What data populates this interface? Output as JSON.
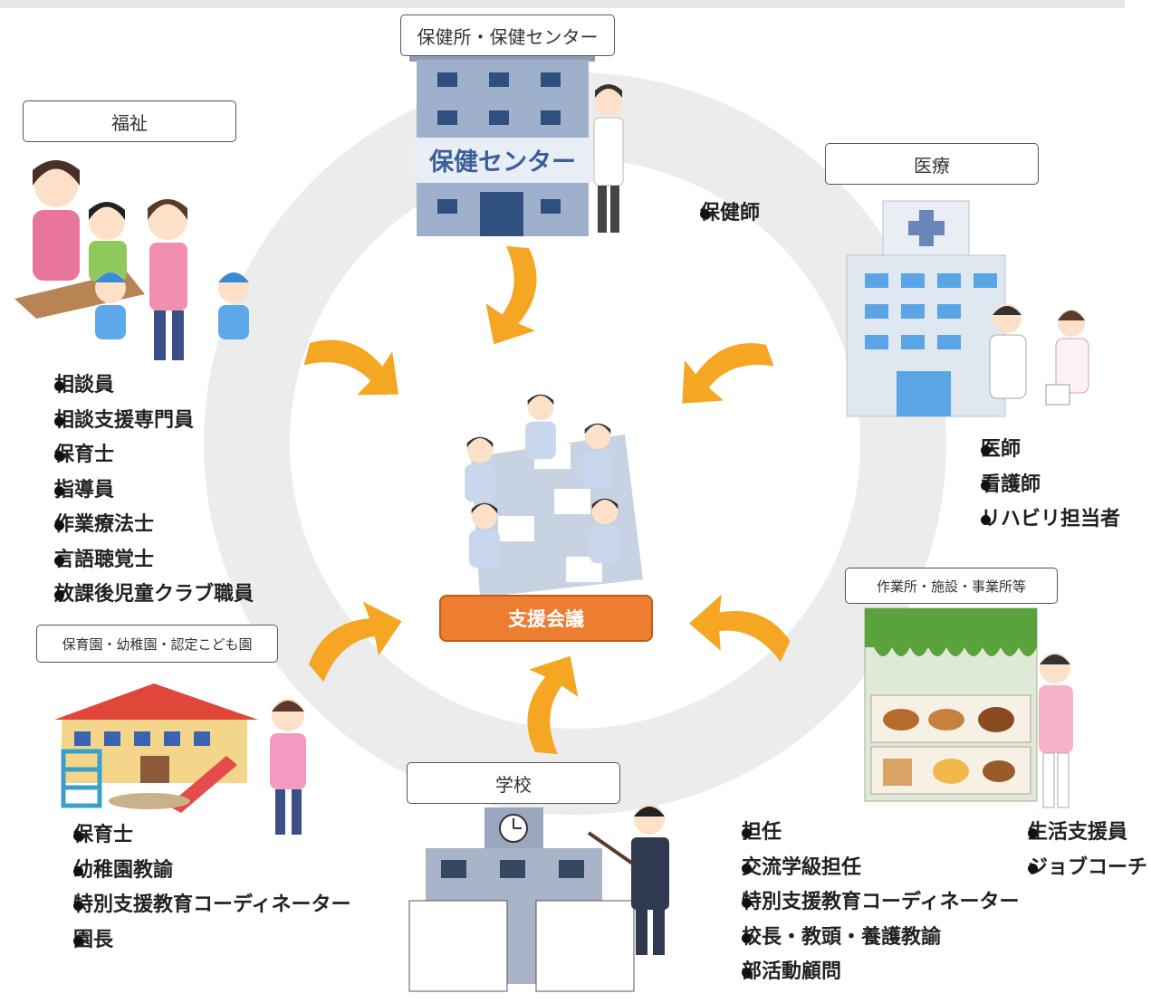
{
  "center": {
    "label": "支援会議"
  },
  "sectors": {
    "health_center": {
      "label": "保健所・保健センター",
      "building_sign": "保健センター",
      "roles": [
        "保健師"
      ]
    },
    "welfare": {
      "label": "福祉",
      "roles": [
        "相談員",
        "相談支援専門員",
        "保育士",
        "指導員",
        "作業療法士",
        "言語聴覚士",
        "放課後児童クラブ職員"
      ]
    },
    "medical": {
      "label": "医療",
      "roles": [
        "医師",
        "看護師",
        "リハビリ担当者"
      ]
    },
    "workplace": {
      "label": "作業所・施設・事業所等",
      "roles": [
        "生活支援員",
        "ジョブコーチ"
      ]
    },
    "nursery": {
      "label": "保育園・幼稚園・認定こども園",
      "roles": [
        "保育士",
        "幼稚園教諭",
        "特別支援教育コーディネーター",
        "園長"
      ]
    },
    "school": {
      "label": "学校",
      "roles": [
        "担任",
        "交流学級担任",
        "特別支援教育コーディネーター",
        "校長・教頭・養護教諭",
        "部活動顧問"
      ]
    }
  },
  "colors": {
    "arrow": "#f5a623",
    "core": "#ed7d31",
    "ring": "#ececec"
  }
}
